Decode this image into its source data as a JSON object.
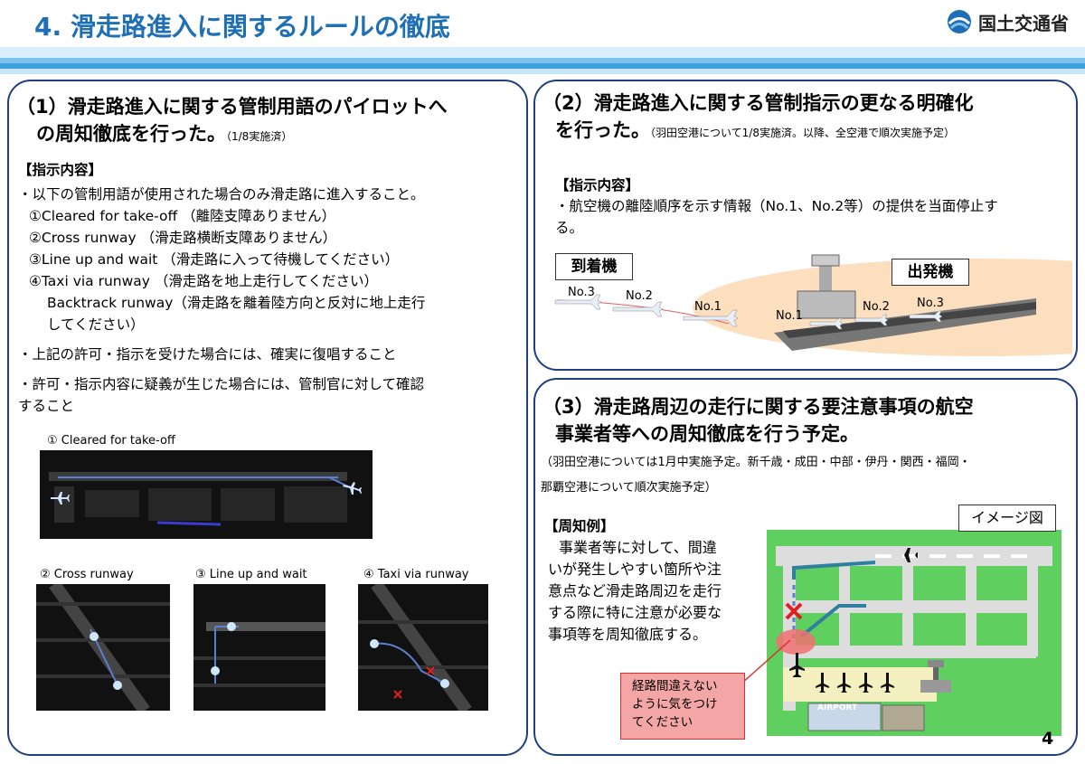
{
  "header": {
    "title": "4. 滑走路進入に関するルールの徹底",
    "logo_text": "国土交通省",
    "page_number": "4"
  },
  "section1": {
    "heading_line1": "（1）滑走路進入に関する管制用語のパイロットへ",
    "heading_line2": "の周知徹底を行った。",
    "heading_note": "（1/8実施済）",
    "label": "【指示内容】",
    "lines": [
      "・以下の管制用語が使用された場合のみ滑走路に進入すること。",
      "①Cleared for take-off （離陸支障ありません）",
      "②Cross runway （滑走路横断支障ありません）",
      "③Line up and wait （滑走路に入って待機してください）",
      "④Taxi via runway （滑走路を地上走行してください）",
      "Backtrack runway（滑走路を離着陸方向と反対に地上走行",
      "してください）",
      "・上記の許可・指示を受けた場合には、確実に復唱すること",
      "・許可・指示内容に疑義が生じた場合には、管制官に対して確認",
      "すること"
    ],
    "img_captions": [
      "① Cleared for take-off",
      "② Cross runway",
      "③ Line up and wait",
      "④ Taxi via runway"
    ]
  },
  "section2": {
    "heading_line1": "（2）滑走路進入に関する管制指示の更なる明確化",
    "heading_line2": "を行った。",
    "heading_note": "（羽田空港について1/8実施済。以降、全空港で順次実施予定）",
    "label": "【指示内容】",
    "lines": [
      "・航空機の離陸順序を示す情報（No.1、No.2等）の提供を当面停止す",
      "る。"
    ],
    "arrivals_label": "到着機",
    "departures_label": "出発機",
    "arr_no": [
      "No.3",
      "No.2",
      "No.1"
    ],
    "dep_no": [
      "No.1",
      "No.2",
      "No.3"
    ]
  },
  "section3": {
    "heading_line1": "（3）滑走路周辺の走行に関する要注意事項の航空",
    "heading_line2": "事業者等への周知徹底を行う予定。",
    "note_lines": [
      "（羽田空港については1月中実施予定。新千歳・成田・中部・伊丹・関西・福岡・",
      "那覇空港について順次実施予定）"
    ],
    "label": "【周知例】",
    "body_lines": [
      "事業者等に対して、間違",
      "いが発生しやすい箇所や注",
      "意点など滑走路周辺を走行",
      "する際に特に注意が必要な",
      "事項等を周知徹底する。"
    ],
    "image_label": "イメージ図",
    "callout_lines": [
      "経路間違えない",
      "ように気をつけ",
      "てください"
    ],
    "airport_sign": "AIRPORT"
  },
  "colors": {
    "title": "#1f6fb4",
    "panel_border": "#1f3f7f",
    "callout_bg": "#f4a6a6",
    "callout_border": "#d9302f",
    "glow": "#f8c58a",
    "grass": "#5fcf5f"
  }
}
